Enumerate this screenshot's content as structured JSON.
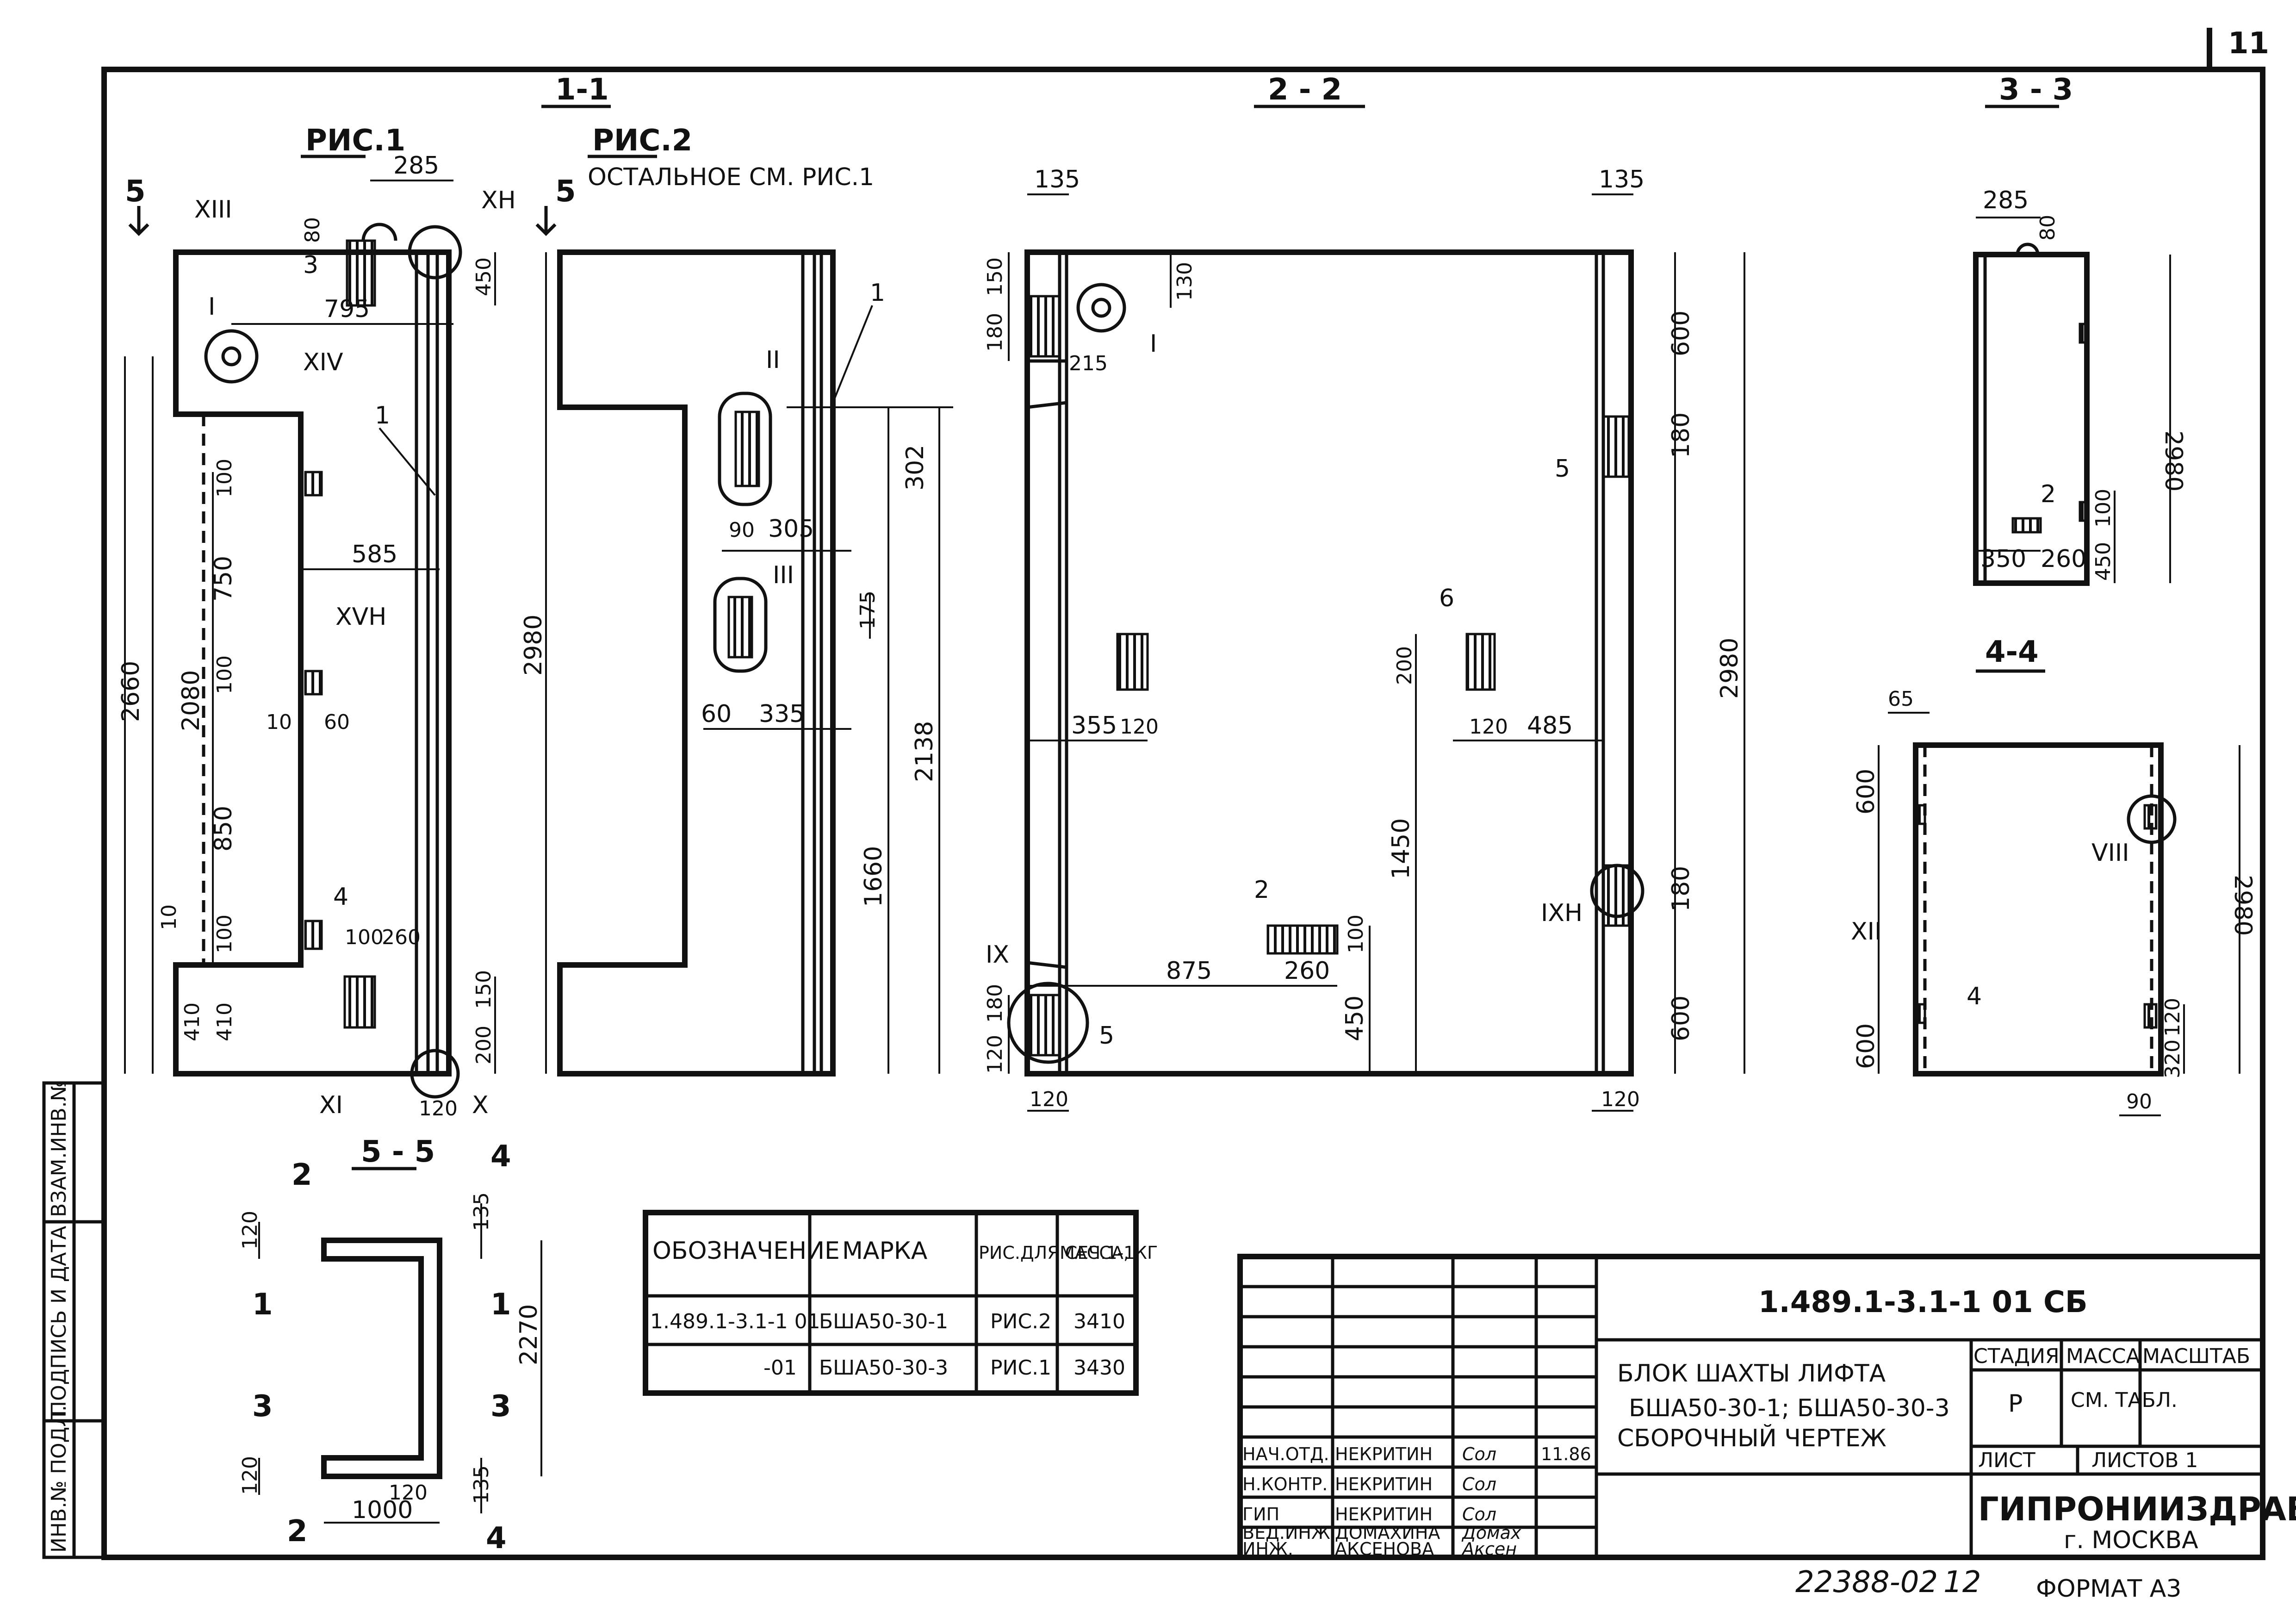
{
  "sheet": {
    "page_number": "11",
    "archive_number": "22388-02",
    "archive_page": "12",
    "format": "ФОРМАТ А3"
  },
  "left_strip": {
    "inv_podl": "ИНВ.№ ПОДЛ.",
    "podpis_data": "ПОДПИСЬ И ДАТА",
    "vzam_inv": "ВЗАМ.ИНВ.№"
  },
  "sections": {
    "s11": "1-1",
    "s22": "2 - 2",
    "s33": "3 - 3",
    "s44": "4-4",
    "s55": "5 - 5"
  },
  "fig1": {
    "title": "РИС.1",
    "dims": [
      "285",
      "80",
      "450",
      "795",
      "2660",
      "2980",
      "585",
      "100",
      "750",
      "2080",
      "100",
      "10",
      "60",
      "850",
      "100",
      "100",
      "260",
      "10",
      "410",
      "410",
      "150",
      "200",
      "120"
    ],
    "nodes": [
      "XIII",
      "XН",
      "I",
      "XIV",
      "XVН",
      "XI",
      "X"
    ],
    "positions": [
      "3",
      "4",
      "1"
    ],
    "cut_mark": "5"
  },
  "fig2": {
    "title": "РИС.2",
    "note": "ОСТАЛЬНОЕ СМ. РИС.1",
    "dims": [
      "302",
      "90",
      "305",
      "175",
      "2138",
      "60",
      "335",
      "1660"
    ],
    "nodes": [
      "II",
      "III"
    ],
    "positions": [
      "1"
    ],
    "cut_mark": "5"
  },
  "sec22": {
    "dims": [
      "135",
      "135",
      "150",
      "180",
      "130",
      "215",
      "600",
      "180",
      "2980",
      "355",
      "120",
      "200",
      "120",
      "485",
      "1450",
      "875",
      "260",
      "100",
      "450",
      "180",
      "600",
      "120",
      "180",
      "120",
      "120"
    ],
    "nodes": [
      "I",
      "IX",
      "IXН"
    ],
    "positions": [
      "5",
      "6",
      "2",
      "5"
    ]
  },
  "sec33": {
    "dims": [
      "285",
      "80",
      "2980",
      "100",
      "350",
      "260",
      "450"
    ],
    "positions": [
      "2"
    ]
  },
  "sec44": {
    "dims": [
      "65",
      "600",
      "2980",
      "600",
      "120",
      "320",
      "90"
    ],
    "nodes": [
      "VIII",
      "XII"
    ],
    "positions": [
      "4"
    ]
  },
  "sec55": {
    "dims": [
      "120",
      "135",
      "2270",
      "120",
      "120",
      "135",
      "1000"
    ],
    "cut_marks": [
      "2",
      "4",
      "1",
      "1",
      "3",
      "3",
      "2",
      "4"
    ]
  },
  "spec_table": {
    "headers": [
      "ОБОЗНАЧЕНИЕ",
      "МАРКА",
      "РИС.ДЛЯ СЕЧ.1-1",
      "МАССА, КГ"
    ],
    "rows": [
      [
        "1.489.1-3.1-1 01",
        "БША50-30-1",
        "РИС.2",
        "3410"
      ],
      [
        "-01",
        "БША50-30-3",
        "РИС.1",
        "3430"
      ]
    ]
  },
  "title_block": {
    "code": "1.489.1-3.1-1 01 СБ",
    "name_line1": "БЛОК ШАХТЫ ЛИФТА",
    "name_line2": "БША50-30-1; БША50-30-3",
    "name_line3": "СБОРОЧНЫЙ ЧЕРТЕЖ",
    "stage_header": "СТАДИЯ",
    "mass_header": "МАССА",
    "scale_header": "МАСШТАБ",
    "stage": "Р",
    "mass": "СМ. ТАБЛ.",
    "sheet_label": "ЛИСТ",
    "sheets_label": "ЛИСТОВ 1",
    "org": "ГИПРОНИИЗДРАВ",
    "city": "г. МОСКВА",
    "roles": [
      "НАЧ.ОТД.",
      "Н.КОНТР.",
      "ГИП",
      "ВЕД.ИНЖ.",
      "ИНЖ."
    ],
    "names": [
      "НЕКРИТИН",
      "НЕКРИТИН",
      "НЕКРИТИН",
      "ДОМАХИНА",
      "АКСЕНОВА"
    ],
    "signatures": [
      "Сол",
      "Сол",
      "Сол",
      "Домах",
      "Аксен"
    ],
    "date": "11.86"
  }
}
